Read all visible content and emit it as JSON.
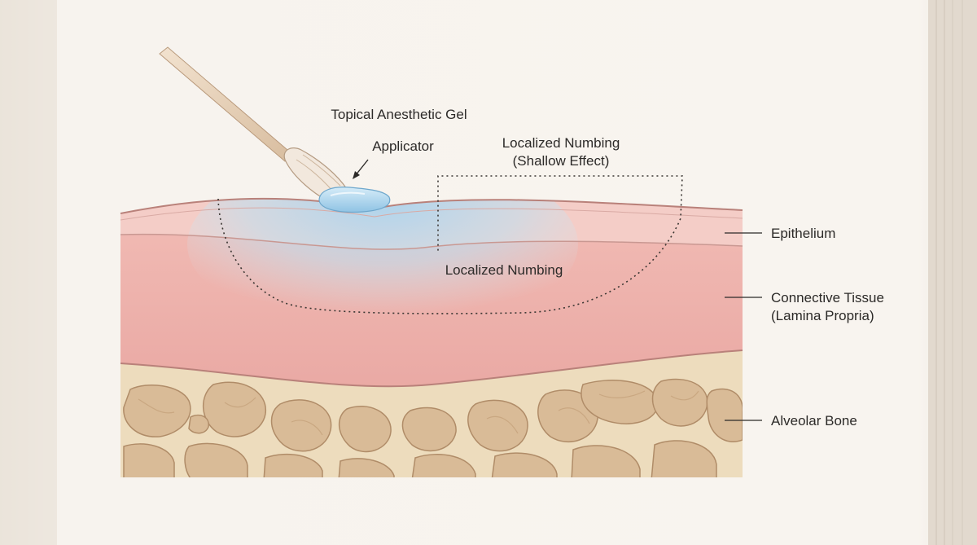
{
  "labels": {
    "gel": "Topical Anesthetic Gel",
    "applicator": "Applicator",
    "numbing_zone_line1": "Localized Numbing",
    "numbing_zone_line2": "(Shallow Effect)",
    "numbing_inner": "Localized Numbing",
    "epithelium": "Epithelium",
    "connective_line1": "Connective Tissue",
    "connective_line2": "(Lamina Propria)",
    "bone": "Alveolar Bone"
  },
  "colors": {
    "page": "#f7f3ee",
    "epithelium": "#f2c5c0",
    "connective": "#eaa7a2",
    "bone": "#ecd9b9",
    "marrow": "#d8b894",
    "gel": "#a9d3ec",
    "numbing": "#b9dcef",
    "stick": "#e3cdb4",
    "line": "#2c2a28"
  }
}
